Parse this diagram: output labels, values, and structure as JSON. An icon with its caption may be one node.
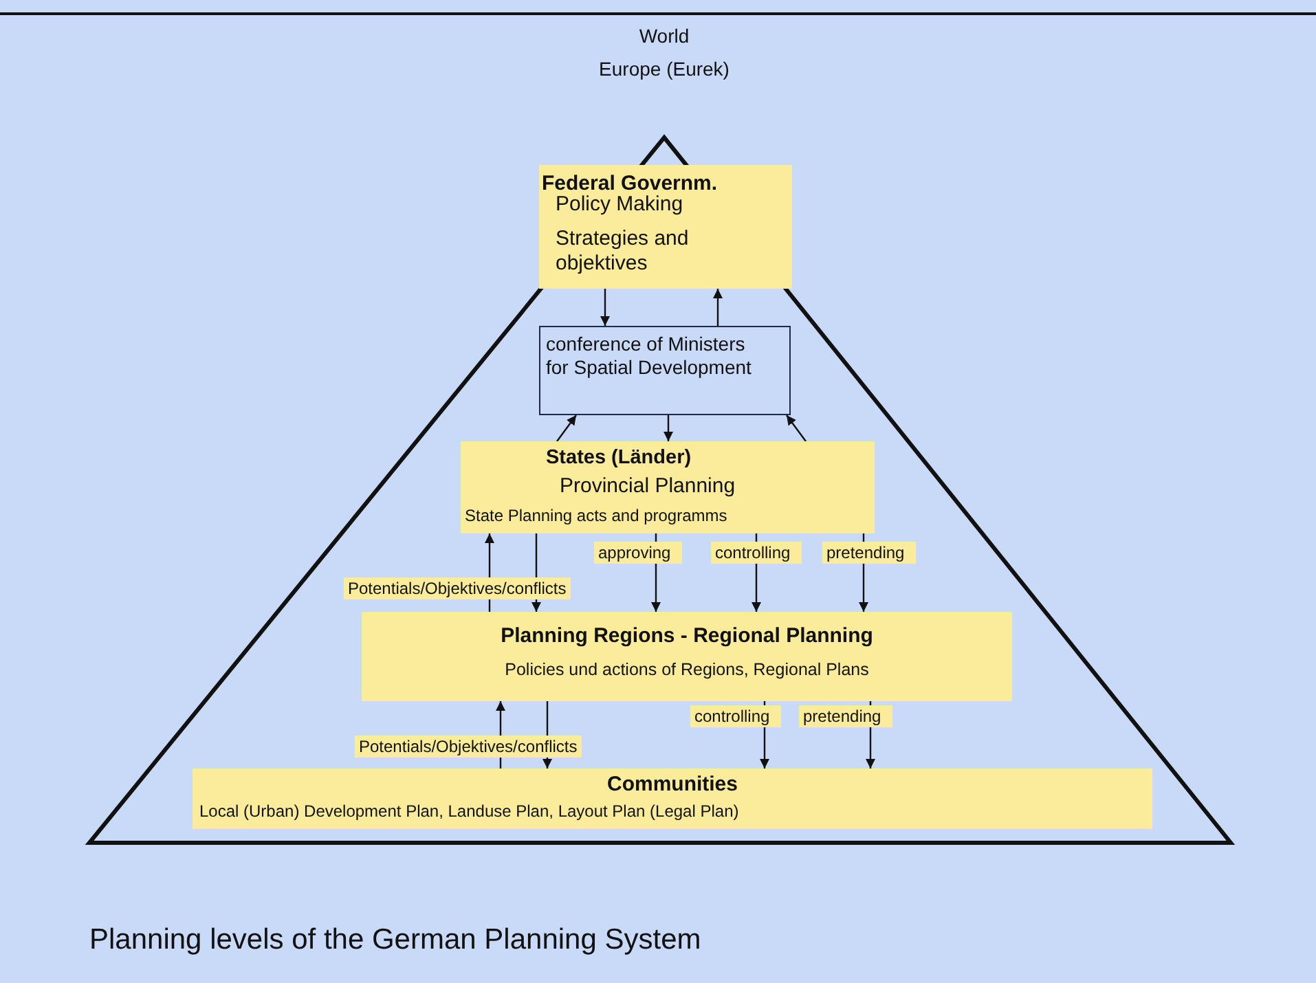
{
  "diagram": {
    "caption": "Planning levels of the German Planning System",
    "nodes": [
      {
        "text": [
          "Federal Governm.",
          "Policy Making",
          "Strategies and objektives"
        ]
      },
      {
        "text": [
          "conference of Ministers for Spatial Development"
        ]
      },
      {
        "text": [
          "States (Länder)",
          "Provincial Planning",
          "State Planning acts and programms"
        ]
      },
      {
        "text": [
          "Planning Regions - Regional Planning",
          "Policies und actions of Regions, Regional Plans"
        ]
      },
      {
        "text": [
          "Communities",
          "Local (Urban) Development Plan, Landuse Plan, Layout Plan (Legal Plan)"
        ]
      }
    ],
    "edges": [
      {
        "from": 0,
        "to": 1,
        "arrow": "to"
      },
      {
        "from": 1,
        "to": 0,
        "arrow": "to"
      },
      {
        "from": 2,
        "to": 1,
        "arrow": "to"
      },
      {
        "from": 1,
        "to": 2,
        "arrow": "to"
      },
      {
        "from": 2,
        "to": 1,
        "arrow": "to"
      },
      {
        "from": 3,
        "to": 2,
        "arrow": "to"
      },
      {
        "from": 2,
        "to": 3,
        "arrow": "to"
      },
      {
        "from": 2,
        "to": 3,
        "arrow": "to",
        "label": "approving"
      },
      {
        "from": 2,
        "to": 3,
        "arrow": "to",
        "label": "controlling"
      },
      {
        "from": 2,
        "to": 3,
        "arrow": "to",
        "label": "pretending"
      },
      {
        "from": 4,
        "to": 3,
        "arrow": "to"
      },
      {
        "from": 3,
        "to": 4,
        "arrow": "to"
      },
      {
        "from": 3,
        "to": 4,
        "arrow": "to",
        "label": "controlling"
      },
      {
        "from": 3,
        "to": 4,
        "arrow": "to",
        "label": "pretending"
      }
    ],
    "labels": [
      "World",
      "Europe (Eurek)",
      "Potentials/Objektives/conflicts",
      "Potentials/Objektives/conflicts"
    ]
  }
}
